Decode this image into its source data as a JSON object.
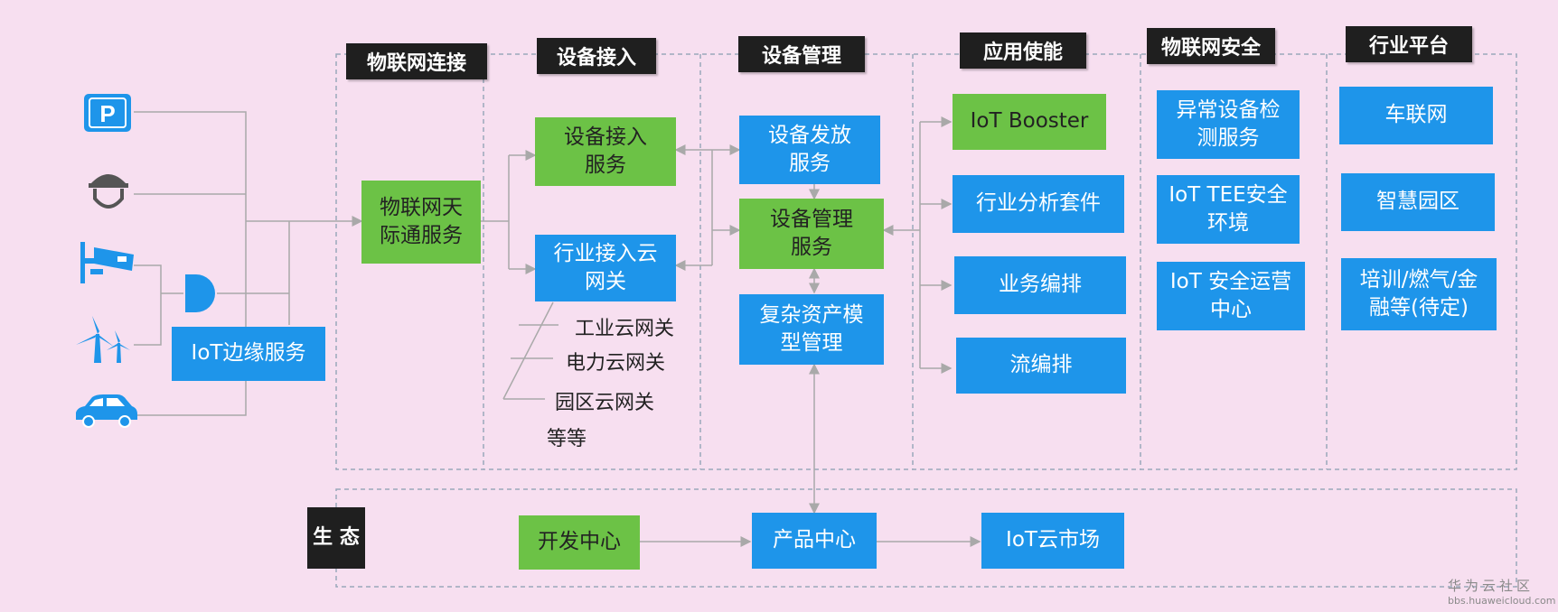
{
  "headers": {
    "connection": "物联网连接",
    "access": "设备接入",
    "management": "设备管理",
    "enablement": "应用使能",
    "security": "物联网安全",
    "industry": "行业平台"
  },
  "left": {
    "edge_service": "IoT边缘服务"
  },
  "connection": {
    "tiantong": "物联网天\n际通服务"
  },
  "access": {
    "device_access": "设备接入\n服务",
    "industry_gateway": "行业接入云\n网关",
    "gateways": [
      "工业云网关",
      "电力云网关",
      "园区云网关",
      "等等"
    ]
  },
  "management": {
    "distribution": "设备发放\n服务",
    "device_mgmt": "设备管理\n服务",
    "asset_model": "复杂资产模\n型管理"
  },
  "enablement": {
    "items": [
      "IoT Booster",
      "行业分析套件",
      "业务编排",
      "流编排"
    ]
  },
  "security": {
    "items": [
      "异常设备检\n测服务",
      "IoT TEE安全\n环境",
      "IoT 安全运营\n中心"
    ]
  },
  "industry": {
    "items": [
      "车联网",
      "智慧园区",
      "培训/燃气/金\n融等(待定)"
    ]
  },
  "ecosystem": {
    "label": "生\n态",
    "dev_center": "开发中心",
    "product_center": "产品中心",
    "market": "IoT云市场"
  },
  "watermark": {
    "title": "华为云社区",
    "url": "bbs.huaweicloud.com"
  },
  "colors": {
    "background": "#f7dff0",
    "blue": "#1e95ea",
    "green": "#6cc246",
    "header": "#1f1f1f"
  },
  "icons": [
    "parking-icon",
    "dome-camera-icon",
    "cctv-camera-icon",
    "gateway-icon",
    "wind-turbine-icon",
    "car-icon"
  ]
}
